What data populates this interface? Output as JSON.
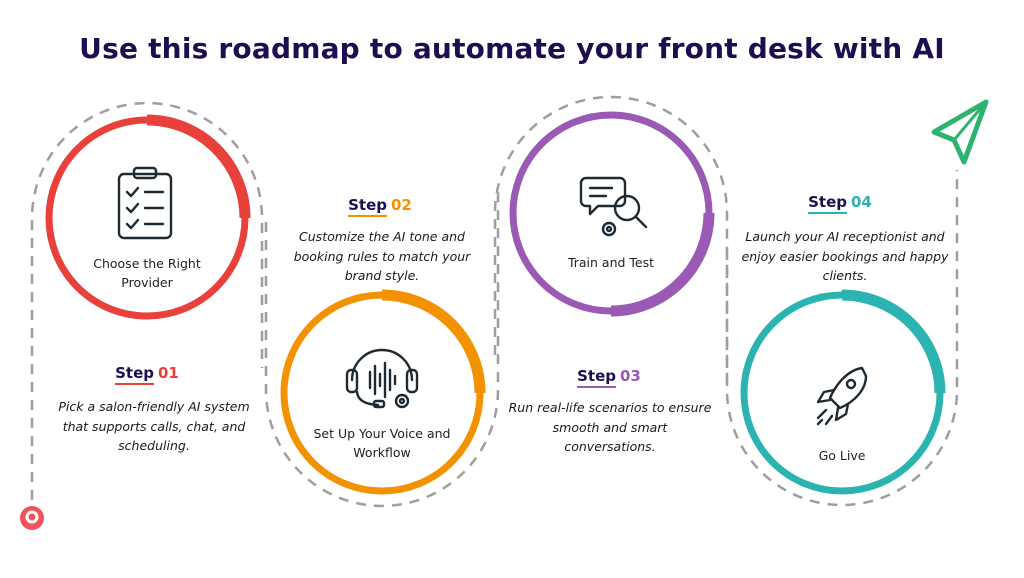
{
  "title": "Use this roadmap to automate your front desk with AI",
  "colors": {
    "title": "#1e0d4f",
    "step1": "#e8403a",
    "step2": "#f39200",
    "step3": "#9b59b6",
    "step4": "#2bb3b1",
    "arrow": "#2db36f",
    "dashed": "#9e9e9e",
    "logo": "#f0535b"
  },
  "steps": [
    {
      "word": "Step",
      "number": "01",
      "circle_label": "Choose the Right Provider",
      "description": "Pick a salon-friendly AI system that supports calls, chat, and scheduling.",
      "icon": "clipboard-checklist-icon"
    },
    {
      "word": "Step",
      "number": "02",
      "circle_label": "Set Up Your Voice and Workflow",
      "description": "Customize the AI tone and booking rules to match your brand style.",
      "icon": "headset-gear-icon"
    },
    {
      "word": "Step",
      "number": "03",
      "circle_label": "Train and Test",
      "description": "Run real-life scenarios to ensure smooth and smart conversations.",
      "icon": "chat-magnifier-gear-icon"
    },
    {
      "word": "Step",
      "number": "04",
      "circle_label": "Go Live",
      "description": "Launch your AI receptionist and enjoy easier bookings and happy clients.",
      "icon": "rocket-icon"
    }
  ]
}
